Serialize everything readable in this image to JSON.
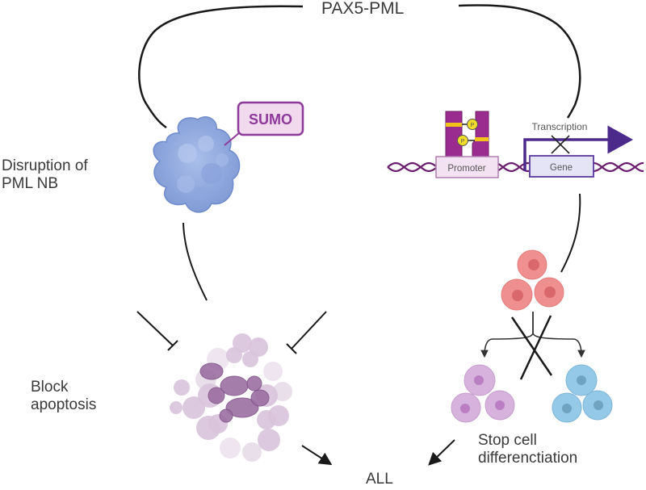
{
  "title": "PAX5-PML",
  "labels": {
    "disruption": [
      "Disruption of",
      "PML NB"
    ],
    "block": [
      "Block",
      "apoptosis"
    ],
    "stop_cell": [
      "Stop cell",
      "differenctiation"
    ],
    "outcome": "ALL"
  },
  "sumo": {
    "label": "SUMO"
  },
  "gene_diagram": {
    "promoter": "Promoter",
    "gene": "Gene",
    "transcription": "Transcription",
    "phospho_marker": "P"
  },
  "icons": {
    "pml_protein": "blue-protein-blob",
    "apoptotic_cell": "purple-cell-cluster",
    "progenitor_cells": "red-cell-cluster",
    "differentiated_cells_a": "purple-cell-cluster",
    "differentiated_cells_b": "blue-cell-cluster",
    "dna_helix": "dna-double-helix",
    "transcription_factor": "purple-dimer"
  },
  "colors": {
    "line": "#1a1a1a",
    "sumo_border": "#8e3a9a",
    "sumo_fill": "#f1d9ee",
    "sumo_text": "#8e3a9a",
    "protein": "#8fa9dd",
    "dna": "#6a1d6e",
    "promoter_fill": "#f3e3f2",
    "gene_fill": "#e4e4f6",
    "gene_border": "#5b3aa0",
    "tf": "#9b2c8f",
    "tf_band": "#f2c318",
    "red_cell": "#ef8f8f",
    "red_nucleus": "#d9676c",
    "purple_cell": "#d6b2dc",
    "purple_nucleus": "#bb7ec3",
    "blue_cell": "#95c9e8",
    "blue_nucleus": "#6fa3bf",
    "apoptosis_dark": "#9c6fa3",
    "apoptosis_light": "#d8c3dc"
  }
}
